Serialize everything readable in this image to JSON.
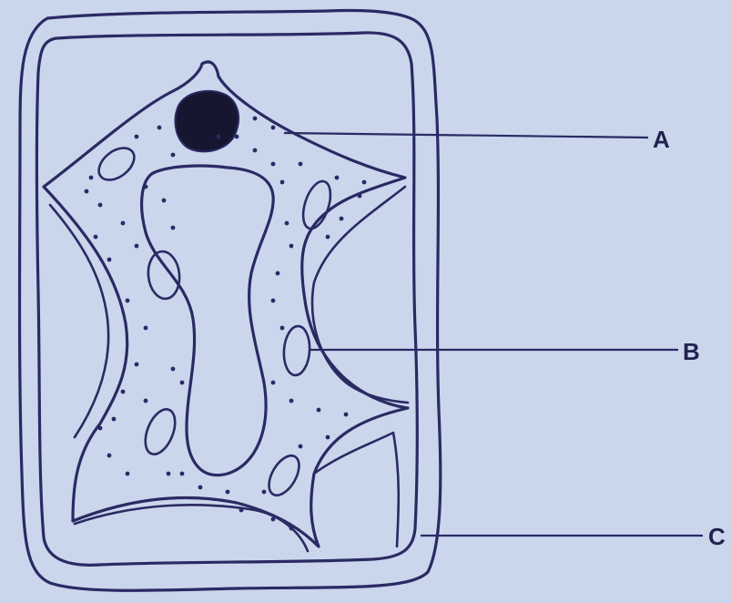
{
  "labels": {
    "a": "A",
    "b": "B",
    "c": "C"
  },
  "colors": {
    "paper": "#c9d6ec",
    "ink": "#2a2a63"
  }
}
